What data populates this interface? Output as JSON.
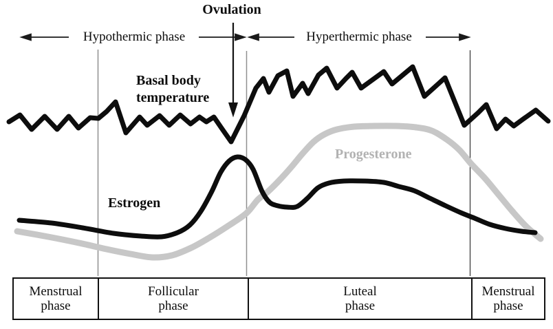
{
  "figure": {
    "ovulation_label": "Ovulation",
    "hypothermic_label": "Hypothermic phase",
    "hyperthermic_label": "Hyperthermic phase",
    "bbt_label_line1": "Basal body",
    "bbt_label_line2": "temperature",
    "estrogen_label": "Estrogen",
    "progesterone_label": "Progesterone"
  },
  "phase_table": {
    "cells": [
      {
        "line1": "Menstrual",
        "line2": "phase"
      },
      {
        "line1": "Follicular",
        "line2": "phase"
      },
      {
        "line1": "Luteal",
        "line2": "phase"
      },
      {
        "line1": "Menstrual",
        "line2": "phase"
      }
    ]
  },
  "colors": {
    "ink": "#0d0d0d",
    "progesterone_curve": "#c7c7c7",
    "progesterone_label": "#b2b2b2",
    "phase_divider": "#8f8f8f",
    "luteal_divider": "#3c3c3c"
  },
  "curves": {
    "basal_body_temperature": {
      "color": "ink",
      "stroke_width": 7,
      "smooth": false,
      "points": [
        [
          13,
          177
        ],
        [
          29,
          167
        ],
        [
          46,
          188
        ],
        [
          65,
          169
        ],
        [
          83,
          188
        ],
        [
          100,
          169
        ],
        [
          114,
          186
        ],
        [
          131,
          171
        ],
        [
          143,
          172
        ],
        [
          155,
          162
        ],
        [
          168,
          148
        ],
        [
          183,
          193
        ],
        [
          203,
          170
        ],
        [
          214,
          182
        ],
        [
          232,
          168
        ],
        [
          246,
          182
        ],
        [
          262,
          167
        ],
        [
          277,
          180
        ],
        [
          290,
          170
        ],
        [
          300,
          177
        ],
        [
          311,
          170
        ],
        [
          322,
          186
        ],
        [
          336,
          206
        ],
        [
          355,
          168
        ],
        [
          372,
          128
        ],
        [
          383,
          114
        ],
        [
          391,
          134
        ],
        [
          404,
          110
        ],
        [
          417,
          103
        ],
        [
          426,
          140
        ],
        [
          440,
          121
        ],
        [
          448,
          136
        ],
        [
          463,
          109
        ],
        [
          475,
          99
        ],
        [
          490,
          128
        ],
        [
          503,
          114
        ],
        [
          512,
          105
        ],
        [
          525,
          128
        ],
        [
          558,
          104
        ],
        [
          570,
          122
        ],
        [
          600,
          97
        ],
        [
          617,
          140
        ],
        [
          647,
          113
        ],
        [
          675,
          182
        ],
        [
          695,
          164
        ],
        [
          707,
          152
        ],
        [
          722,
          187
        ],
        [
          735,
          173
        ],
        [
          747,
          183
        ],
        [
          762,
          172
        ],
        [
          779,
          160
        ],
        [
          797,
          176
        ]
      ]
    },
    "estrogen": {
      "color": "ink",
      "stroke_width": 7,
      "smooth": true,
      "points": [
        [
          28,
          320
        ],
        [
          75,
          324
        ],
        [
          120,
          331
        ],
        [
          165,
          339
        ],
        [
          205,
          343
        ],
        [
          235,
          344
        ],
        [
          258,
          338
        ],
        [
          276,
          327
        ],
        [
          292,
          307
        ],
        [
          308,
          278
        ],
        [
          321,
          250
        ],
        [
          333,
          234
        ],
        [
          345,
          228
        ],
        [
          357,
          232
        ],
        [
          368,
          246
        ],
        [
          381,
          278
        ],
        [
          392,
          294
        ],
        [
          404,
          299
        ],
        [
          418,
          301
        ],
        [
          432,
          300
        ],
        [
          447,
          288
        ],
        [
          462,
          273
        ],
        [
          478,
          266
        ],
        [
          500,
          263
        ],
        [
          530,
          263
        ],
        [
          558,
          265
        ],
        [
          580,
          271
        ],
        [
          602,
          277
        ],
        [
          625,
          288
        ],
        [
          648,
          299
        ],
        [
          670,
          309
        ],
        [
          690,
          317
        ],
        [
          712,
          326
        ],
        [
          735,
          332
        ],
        [
          758,
          336
        ],
        [
          778,
          338
        ]
      ]
    },
    "progesterone": {
      "color": "progesterone_curve",
      "stroke_width": 9,
      "smooth": true,
      "points": [
        [
          25,
          336
        ],
        [
          70,
          344
        ],
        [
          115,
          353
        ],
        [
          155,
          362
        ],
        [
          190,
          369
        ],
        [
          222,
          374
        ],
        [
          250,
          371
        ],
        [
          278,
          360
        ],
        [
          305,
          345
        ],
        [
          332,
          328
        ],
        [
          358,
          310
        ],
        [
          375,
          290
        ],
        [
          390,
          278
        ],
        [
          408,
          260
        ],
        [
          425,
          241
        ],
        [
          440,
          223
        ],
        [
          456,
          206
        ],
        [
          472,
          195
        ],
        [
          490,
          188
        ],
        [
          515,
          184
        ],
        [
          545,
          183
        ],
        [
          575,
          183
        ],
        [
          605,
          185
        ],
        [
          628,
          190
        ],
        [
          650,
          203
        ],
        [
          668,
          218
        ],
        [
          685,
          238
        ],
        [
          705,
          259
        ],
        [
          725,
          283
        ],
        [
          745,
          307
        ],
        [
          765,
          329
        ],
        [
          786,
          347
        ]
      ]
    }
  }
}
